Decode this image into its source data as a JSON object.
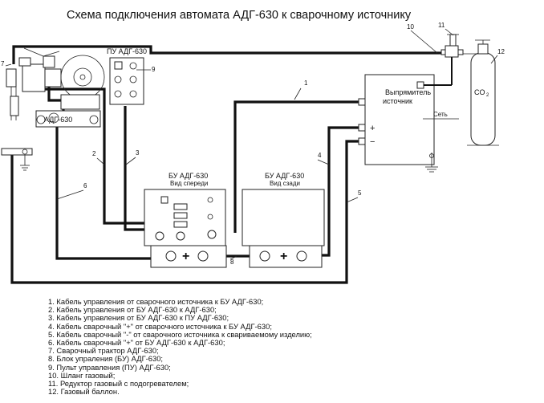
{
  "title": "Схема подключения автомата АДГ-630 к сварочному источнику",
  "labels": {
    "pu": "ПУ АДГ-630",
    "adg": "АДГ-630",
    "bu_front": "БУ АДГ-630",
    "bu_front_sub": "Вид спереди",
    "bu_back": "БУ АДГ-630",
    "bu_back_sub": "Вид сзади",
    "rectifier_1": "Выпрямитель",
    "rectifier_2": "источник",
    "network": "Сеть",
    "plus": "+",
    "minus": "−",
    "co2": "CO",
    "co2_sub": "2"
  },
  "callouts": [
    "1",
    "2",
    "3",
    "4",
    "5",
    "6",
    "7",
    "8",
    "9",
    "10",
    "11",
    "12"
  ],
  "legend": [
    "1. Кабель управления от сварочного источника к БУ АДГ-630;",
    "2. Кабель управления от БУ АДГ-630 к АДГ-630;",
    "3. Кабель управления от БУ АДГ-630 к ПУ АДГ-630;",
    "4. Кабель сварочный \"+\" от сварочного источника к БУ АДГ-630;",
    "5. Кабель сварочный \"-\" от сварочного источника к свариваемому изделию;",
    "6. Кабель сварочный \"+\" от БУ АДГ-630 к АДГ-630;",
    "7. Сварочный трактор АДГ-630;",
    "8. Блок упраления (БУ) АДГ-630;",
    "9. Пульт управления (ПУ) АДГ-630;",
    "10. Шланг газовый;",
    "11. Редуктор газовый с подогревателем;",
    "12. Газовый баллон."
  ]
}
